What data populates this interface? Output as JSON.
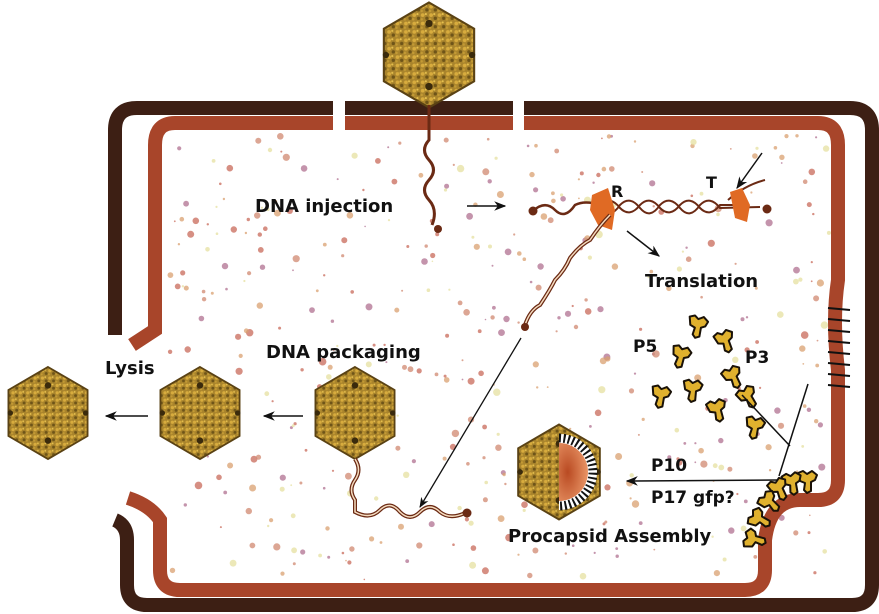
{
  "title": "Phage infection cycle in bacterial cell",
  "labels": {
    "dna_injection": "DNA injection",
    "r_site": "R",
    "t_site": "T",
    "translation": "Translation",
    "dna_packaging": "DNA packaging",
    "lysis": "Lysis",
    "p5": "P5",
    "p3": "P3",
    "p10": "P10",
    "p17": "P17 gfp?",
    "procapsid": "Procapsid Assembly"
  },
  "colors": {
    "outer_membrane": "#3d1f14",
    "inner_membrane": "#a8452a",
    "capsid": "#9a7a2a",
    "capsid_highlight": "#d9a93a",
    "protein": "#e0b12e",
    "ribosome": "#e06a24",
    "dna": "#6b2a14",
    "procapsid_core": "#d9784a"
  }
}
